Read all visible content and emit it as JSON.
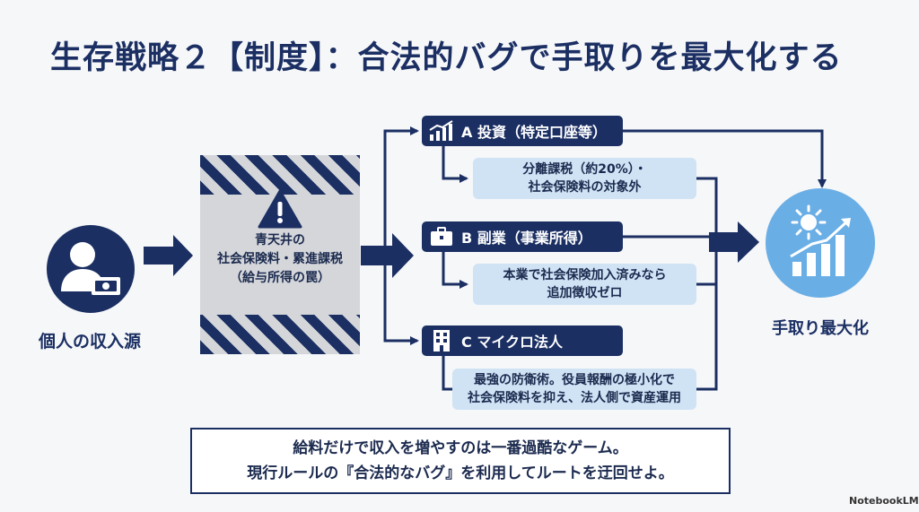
{
  "title": "生存戦略２【制度】：合法的バグで手取りを最大化する",
  "source": {
    "label": "個人の収入源",
    "icon": "person-money-icon"
  },
  "trap": {
    "lines": [
      "青天井の",
      "社会保険料・累進課税",
      "（給与所得の罠）"
    ],
    "icon": "warning-icon"
  },
  "options": [
    {
      "label": "A 投資（特定口座等）",
      "icon": "growth-chart-icon",
      "desc": [
        "分離課税（約20%）・",
        "社会保険料の対象外"
      ]
    },
    {
      "label": "B 副業（事業所得）",
      "icon": "briefcase-icon",
      "desc": [
        "本業で社会保険加入済みなら",
        "追加徴収ゼロ"
      ]
    },
    {
      "label": "C マイクロ法人",
      "icon": "building-icon",
      "desc": [
        "最強の防衛術。役員報酬の極小化で",
        "社会保険料を抑え、法人側で資産運用"
      ]
    }
  ],
  "goal": {
    "label": "手取り最大化",
    "icon": "sun-growth-icon"
  },
  "message": [
    "給料だけで収入を増やすのは一番過酷なゲーム。",
    "現行ルールの『合法的なバグ』を利用してルートを迂回せよ。"
  ],
  "brand": "NotebookLM",
  "colors": {
    "navy": "#1b2f63",
    "light_blue": "#cfe3f5",
    "goal_blue": "#6aaee6",
    "trap_gray": "#d4d6da"
  }
}
